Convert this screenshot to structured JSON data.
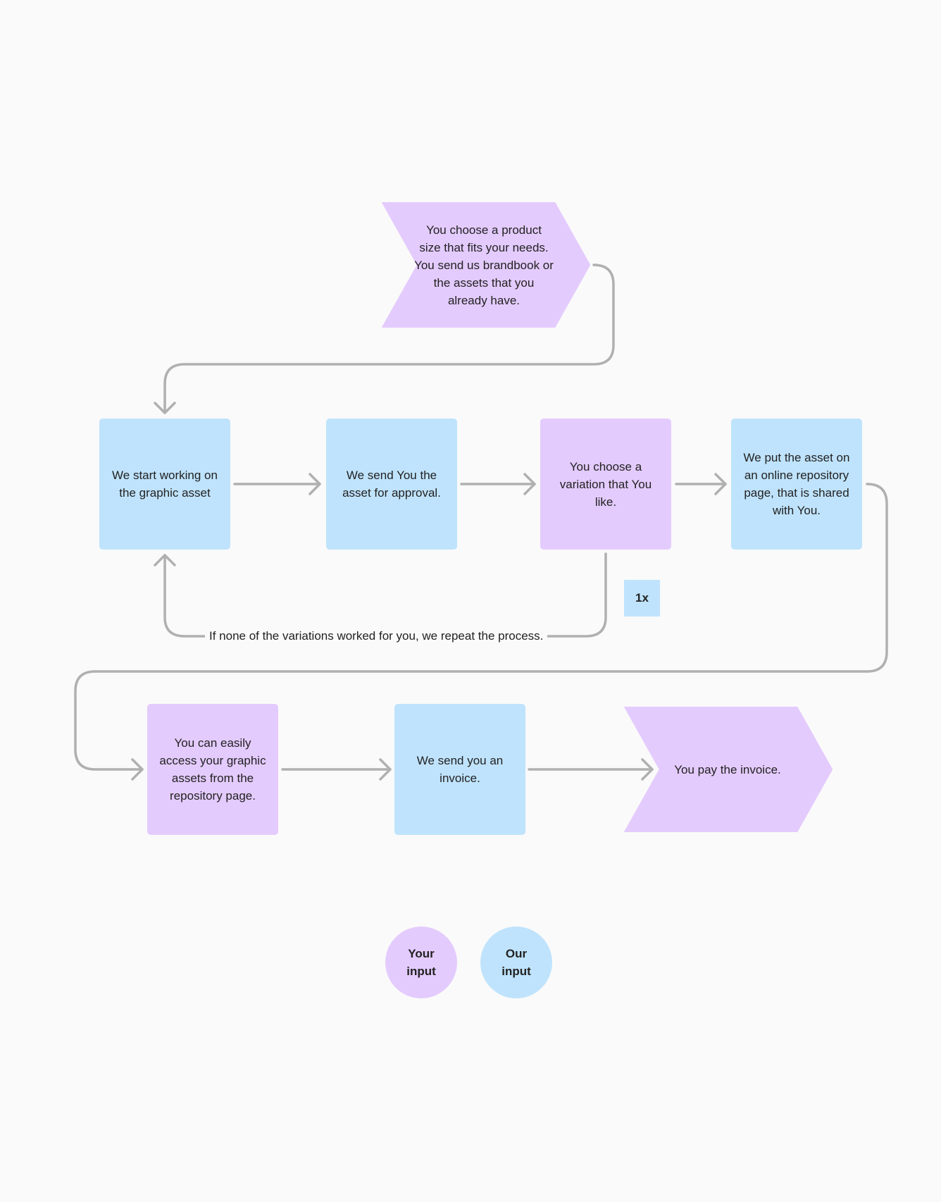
{
  "steps": {
    "start": "You choose a product size that fits your needs. You send us brandbook or the assets that you already have.",
    "work": "We start working on the graphic asset",
    "approval": "We send You the asset for approval.",
    "choose": "You choose a variation that You like.",
    "repository": "We put the asset on an online repository page, that is shared with You.",
    "access": "You can easily access your graphic assets from the repository page.",
    "invoice": "We send you an invoice.",
    "pay": "You pay the invoice."
  },
  "loop_note": "If none of the variations worked for you, we repeat the process.",
  "badge": "1x",
  "legend": {
    "your": "Your input",
    "our": "Our input"
  },
  "colors": {
    "your_input": "#e4cbfd",
    "our_input": "#bfe3fc",
    "connector": "#b0b0b0",
    "background": "#fafafa"
  }
}
